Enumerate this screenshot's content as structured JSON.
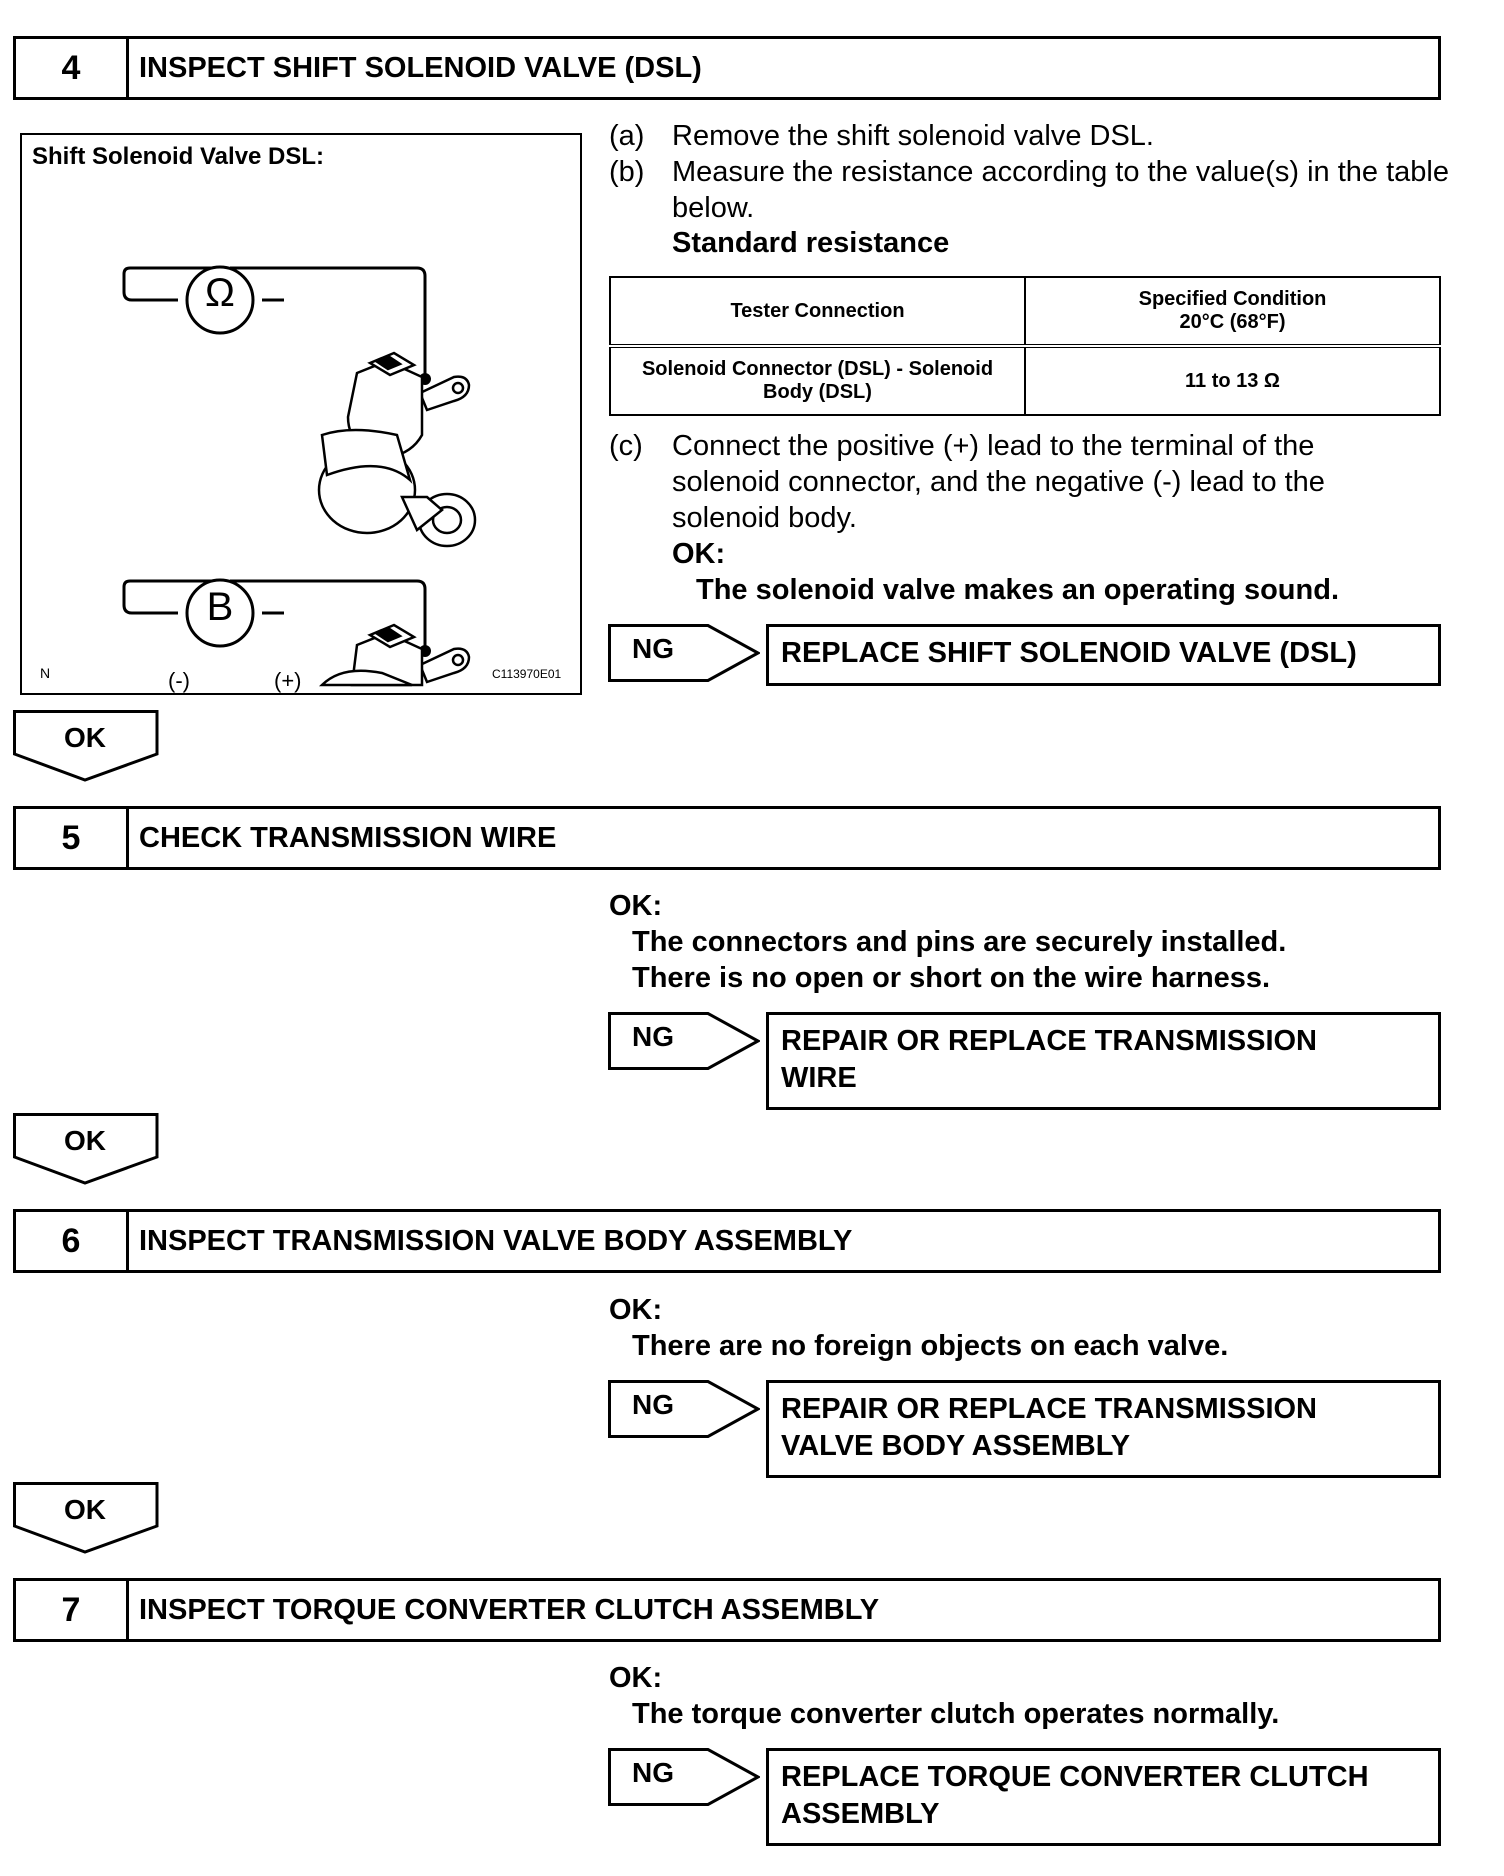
{
  "steps": [
    {
      "number": "4",
      "title": "INSPECT SHIFT SOLENOID VALVE (DSL)"
    },
    {
      "number": "5",
      "title": "CHECK TRANSMISSION WIRE"
    },
    {
      "number": "6",
      "title": "INSPECT TRANSMISSION VALVE BODY ASSEMBLY"
    },
    {
      "number": "7",
      "title": "INSPECT TORQUE CONVERTER CLUTCH ASSEMBLY"
    }
  ],
  "figure": {
    "title": "Shift Solenoid Valve DSL:",
    "meter_ohm": "Ω",
    "meter_battery": "B",
    "neg_label": "(-)",
    "pos_label": "(+)",
    "corner_mark": "N",
    "code": "C113970E01"
  },
  "step4": {
    "a_tag": "(a)",
    "a_text": "Remove the shift solenoid valve DSL.",
    "b_tag": "(b)",
    "b_text": "Measure the resistance according to the value(s) in the table below.",
    "std_label": "Standard resistance",
    "table": {
      "col1_header": "Tester Connection",
      "col2_header_1": "Specified Condition",
      "col2_header_2": "20°C (68°F)",
      "row1_col1_1": "Solenoid Connector (DSL) - Solenoid",
      "row1_col1_2": "Body (DSL)",
      "row1_col2": "11 to 13 Ω"
    },
    "c_tag": "(c)",
    "c_text": "Connect the positive (+) lead to the terminal of the solenoid connector, and the negative (-) lead to the solenoid body.",
    "ok_label": "OK:",
    "ok_text": "The solenoid valve makes an operating sound.",
    "ng_label": "NG",
    "ng_action": "REPLACE SHIFT SOLENOID VALVE (DSL)"
  },
  "step5": {
    "ok_label": "OK:",
    "ok_line1": "The connectors and pins are securely installed.",
    "ok_line2": "There is no open or short on the wire harness.",
    "ng_label": "NG",
    "ng_action_1": "REPAIR OR REPLACE TRANSMISSION",
    "ng_action_2": "WIRE"
  },
  "step6": {
    "ok_label": "OK:",
    "ok_line1": "There are no foreign objects on each valve.",
    "ng_label": "NG",
    "ng_action_1": "REPAIR OR REPLACE TRANSMISSION",
    "ng_action_2": "VALVE BODY ASSEMBLY"
  },
  "step7": {
    "ok_label": "OK:",
    "ok_line1": "The torque converter clutch operates normally.",
    "ng_label": "NG",
    "ng_action_1": "REPLACE TORQUE CONVERTER CLUTCH",
    "ng_action_2": "ASSEMBLY"
  },
  "ok_tab_label": "OK"
}
